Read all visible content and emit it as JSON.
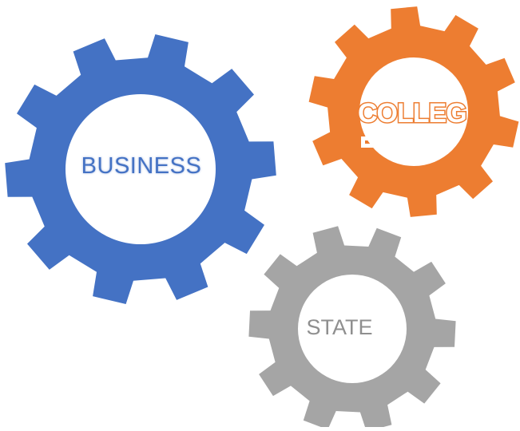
{
  "diagram": {
    "gears": [
      {
        "id": "business",
        "label": "BUSINESS",
        "color": "#4472c4",
        "text_color": "#4472c4",
        "teeth": 10
      },
      {
        "id": "college",
        "label": "COLLEG",
        "color": "#ed7d31",
        "text_color": "#ffffff",
        "teeth": 10
      },
      {
        "id": "state",
        "label": "STATE",
        "color": "#a5a5a5",
        "text_color": "#8f8f8f",
        "teeth": 10
      }
    ],
    "background": "#ffffff"
  }
}
